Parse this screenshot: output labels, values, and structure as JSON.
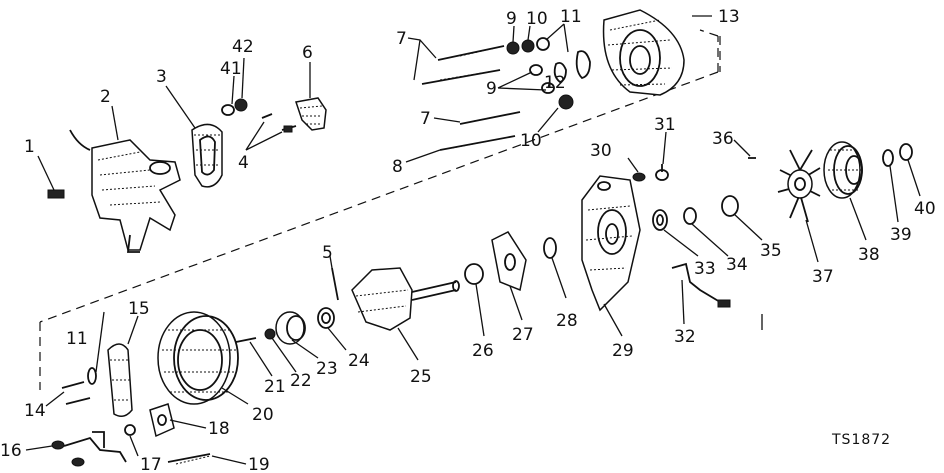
{
  "diagram": {
    "reference_code": "TS1872",
    "callouts": [
      {
        "id": "c1",
        "text": "1"
      },
      {
        "id": "c2",
        "text": "2"
      },
      {
        "id": "c3",
        "text": "3"
      },
      {
        "id": "c4",
        "text": "4"
      },
      {
        "id": "c5",
        "text": "5"
      },
      {
        "id": "c6",
        "text": "6"
      },
      {
        "id": "c7a",
        "text": "7"
      },
      {
        "id": "c7b",
        "text": "7"
      },
      {
        "id": "c8",
        "text": "8"
      },
      {
        "id": "c9a",
        "text": "9"
      },
      {
        "id": "c9b",
        "text": "9"
      },
      {
        "id": "c10a",
        "text": "10"
      },
      {
        "id": "c10b",
        "text": "10"
      },
      {
        "id": "c11a",
        "text": "11"
      },
      {
        "id": "c11b",
        "text": "11"
      },
      {
        "id": "c12",
        "text": "12"
      },
      {
        "id": "c13",
        "text": "13"
      },
      {
        "id": "c14",
        "text": "14"
      },
      {
        "id": "c15",
        "text": "15"
      },
      {
        "id": "c16",
        "text": "16"
      },
      {
        "id": "c17",
        "text": "17"
      },
      {
        "id": "c18",
        "text": "18"
      },
      {
        "id": "c19",
        "text": "19"
      },
      {
        "id": "c20",
        "text": "20"
      },
      {
        "id": "c21",
        "text": "21"
      },
      {
        "id": "c22",
        "text": "22"
      },
      {
        "id": "c23",
        "text": "23"
      },
      {
        "id": "c24",
        "text": "24"
      },
      {
        "id": "c25",
        "text": "25"
      },
      {
        "id": "c26",
        "text": "26"
      },
      {
        "id": "c27",
        "text": "27"
      },
      {
        "id": "c28",
        "text": "28"
      },
      {
        "id": "c29",
        "text": "29"
      },
      {
        "id": "c30",
        "text": "30"
      },
      {
        "id": "c31",
        "text": "31"
      },
      {
        "id": "c32",
        "text": "32"
      },
      {
        "id": "c33",
        "text": "33"
      },
      {
        "id": "c34",
        "text": "34"
      },
      {
        "id": "c35",
        "text": "35"
      },
      {
        "id": "c36",
        "text": "36"
      },
      {
        "id": "c37",
        "text": "37"
      },
      {
        "id": "c38",
        "text": "38"
      },
      {
        "id": "c39",
        "text": "39"
      },
      {
        "id": "c40",
        "text": "40"
      },
      {
        "id": "c41",
        "text": "41"
      },
      {
        "id": "c42",
        "text": "42"
      }
    ]
  }
}
